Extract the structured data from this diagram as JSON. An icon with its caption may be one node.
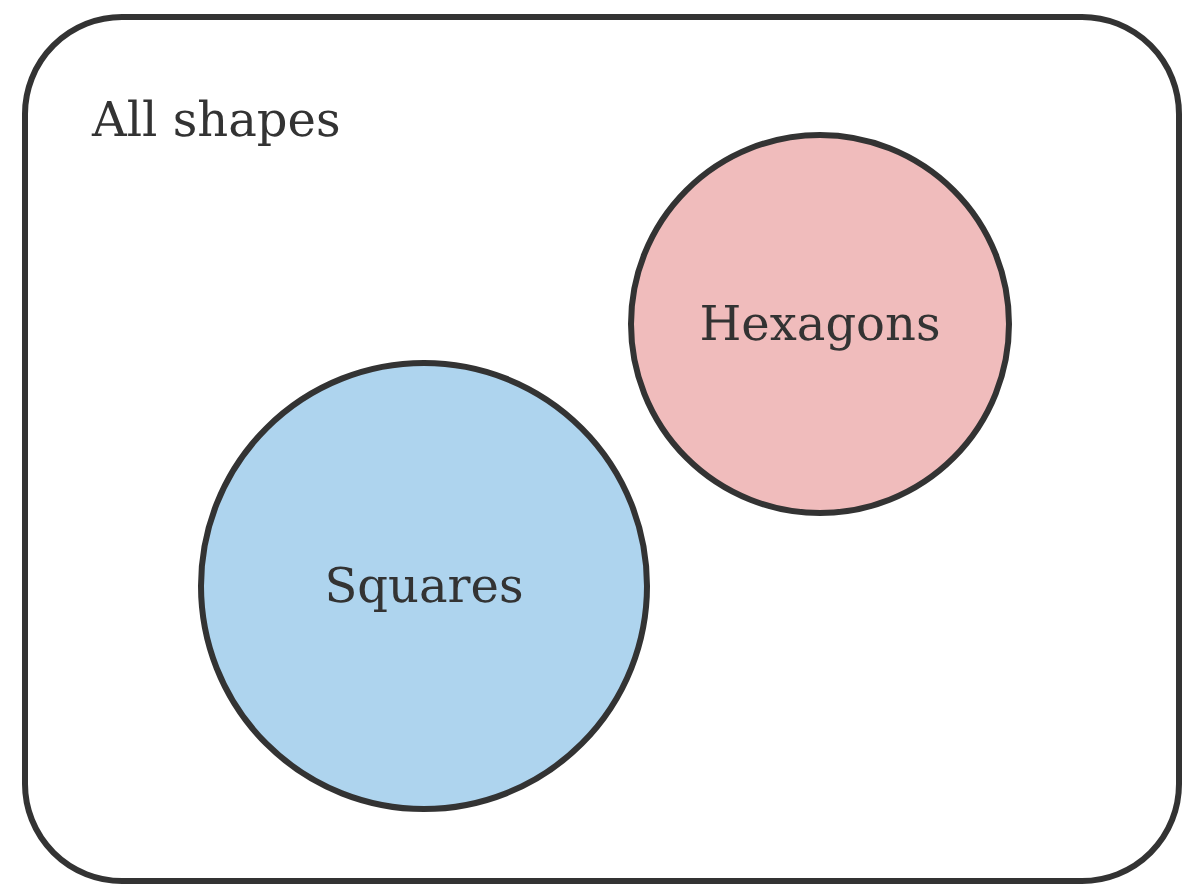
{
  "diagram": {
    "nodes": [
      {
        "text": [
          "All shapes"
        ]
      },
      {
        "text": [
          "Hexagons"
        ],
        "in": 0
      },
      {
        "text": [
          "Squares"
        ],
        "in": 0
      }
    ]
  }
}
